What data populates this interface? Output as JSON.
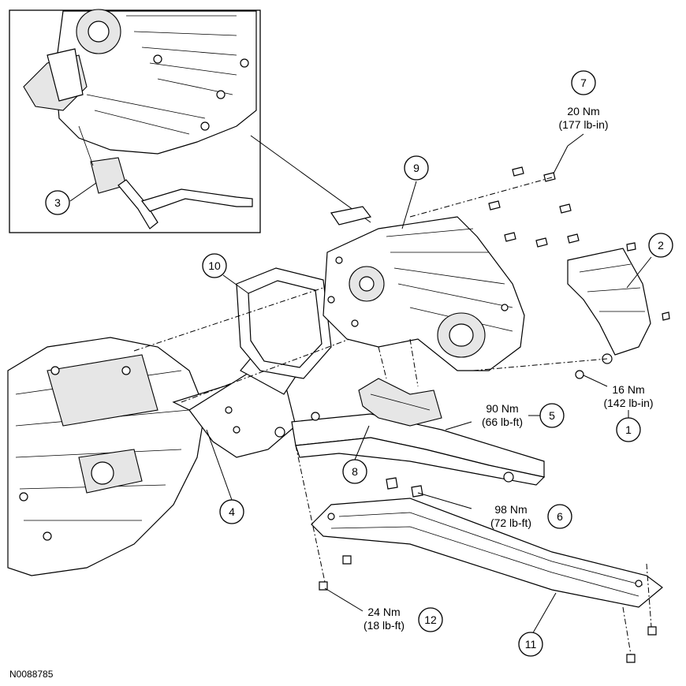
{
  "figure_code": "N0088785",
  "callouts": [
    {
      "id": "1",
      "label": "1"
    },
    {
      "id": "2",
      "label": "2"
    },
    {
      "id": "3",
      "label": "3"
    },
    {
      "id": "4",
      "label": "4"
    },
    {
      "id": "5",
      "label": "5"
    },
    {
      "id": "6",
      "label": "6"
    },
    {
      "id": "7",
      "label": "7"
    },
    {
      "id": "8",
      "label": "8"
    },
    {
      "id": "9",
      "label": "9"
    },
    {
      "id": "10",
      "label": "10"
    },
    {
      "id": "11",
      "label": "11"
    },
    {
      "id": "12",
      "label": "12"
    }
  ],
  "torque_specs": {
    "c7": {
      "nm": "20 Nm",
      "imperial": "(177 lb-in)"
    },
    "c1": {
      "nm": "16 Nm",
      "imperial": "(142 lb-in)"
    },
    "c5": {
      "nm": "90 Nm",
      "imperial": "(66 lb-ft)"
    },
    "c6": {
      "nm": "98 Nm",
      "imperial": "(72 lb-ft)"
    },
    "c12": {
      "nm": "24 Nm",
      "imperial": "(18 lb-ft)"
    }
  }
}
